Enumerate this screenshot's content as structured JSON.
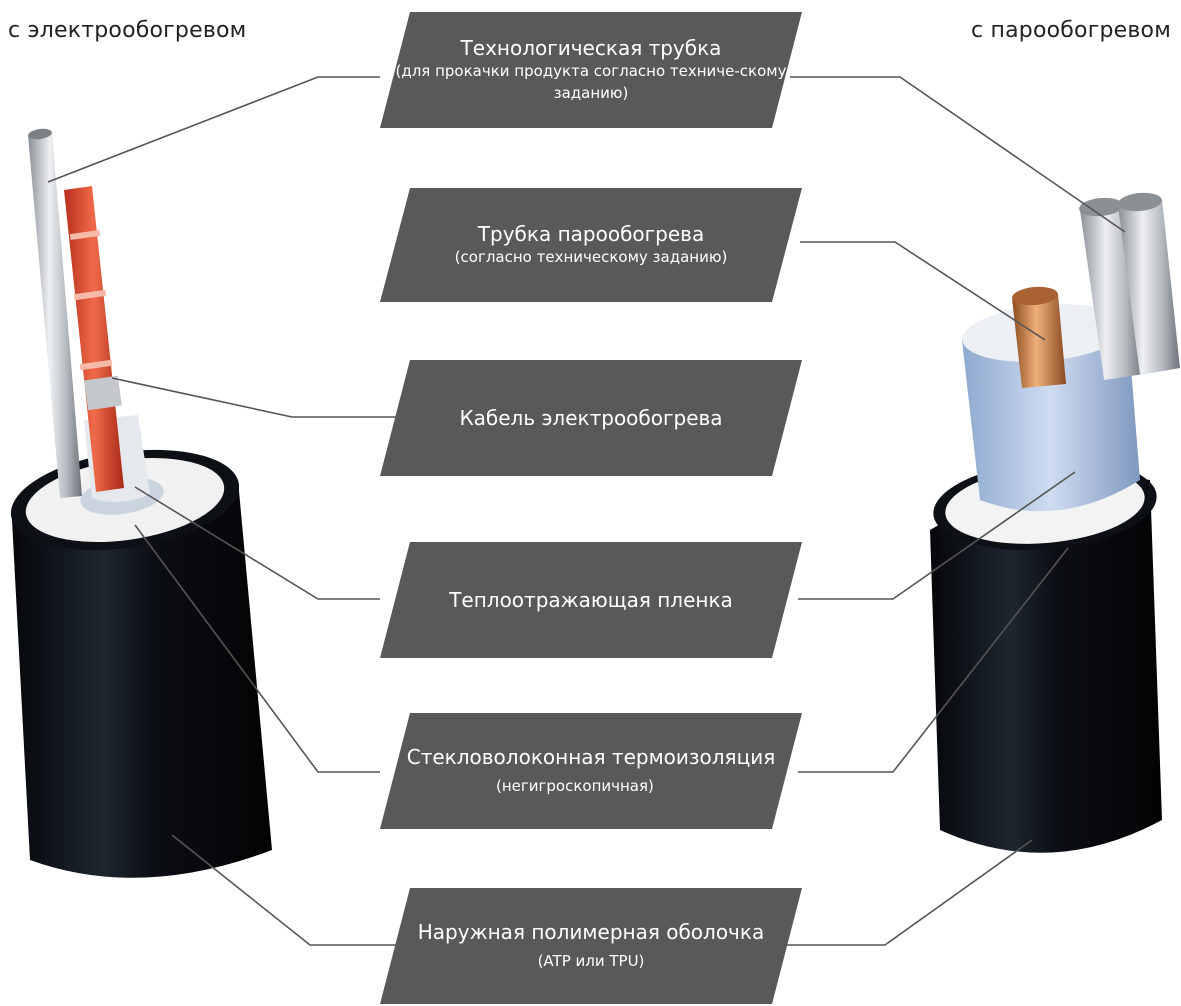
{
  "headings": {
    "left": "с электрообогревом",
    "right": "с парообогревом"
  },
  "labels": [
    {
      "main": "Технологическая трубка",
      "sub": "(для прокачки продукта согласно техниче-скому заданию)"
    },
    {
      "main": "Трубка парообогрева",
      "sub": "(согласно техническому заданию)"
    },
    {
      "main": "Кабель электрообогрева",
      "sub": ""
    },
    {
      "main": "Теплоотражающая пленка",
      "sub": ""
    },
    {
      "main": "Стекловолоконная термоизоляция",
      "sub": "(негигроскопичная)"
    },
    {
      "main": "Наружная полимерная оболочка",
      "sub": "(ATP или TPU)"
    }
  ],
  "colors": {
    "label_background": "#58595b",
    "label_text": "#ffffff",
    "leader_line": "#555555",
    "outer_jacket": "#0c0f14",
    "insulation": "#eeeeee",
    "reflective_film": "#a9c2e3",
    "heating_cable": "#e0452c",
    "copper_tube": "#c9793f",
    "steel_tube": "#c4c8cc"
  }
}
